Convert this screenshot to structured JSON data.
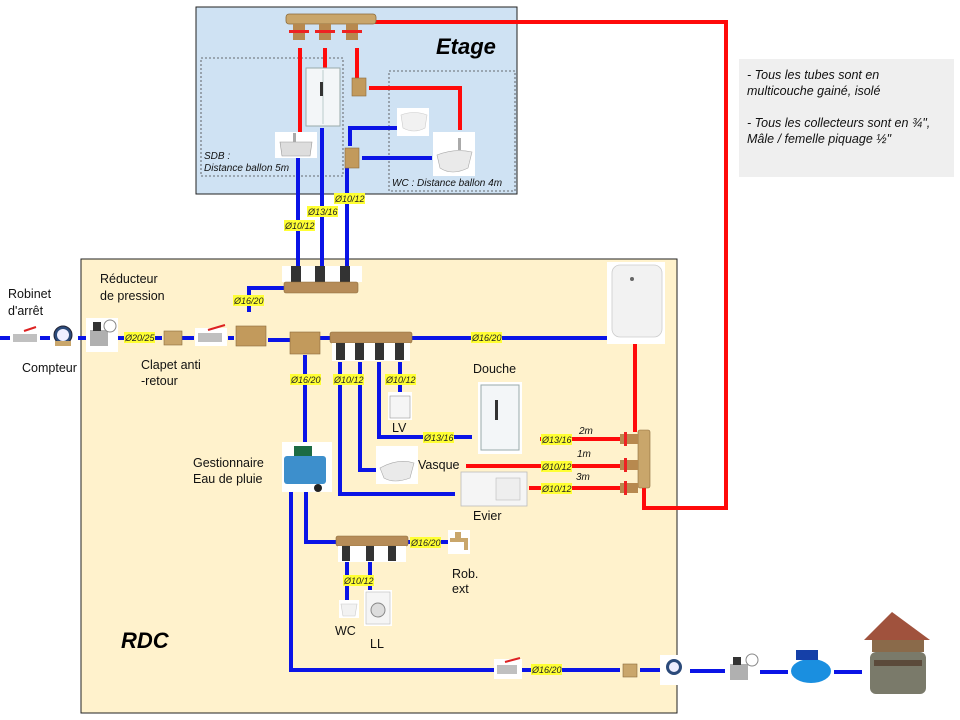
{
  "floors": {
    "upper": {
      "label": "Etage",
      "bg": "#cfe2f3"
    },
    "ground": {
      "label": "RDC",
      "bg": "#fff2cc"
    }
  },
  "zones": {
    "sdb": {
      "line1": "SDB :",
      "line2": "Distance ballon 5m"
    },
    "wc_upper": {
      "label": "WC : Distance ballon 4m"
    }
  },
  "notes": [
    "- Tous les tubes sont en multicouche gainé, isolé",
    "- Tous les collecteurs sont en ¾\", Mâle / femelle piquage ½\""
  ],
  "labels": {
    "robinet_arret": [
      "Robinet",
      "d'arrêt"
    ],
    "compteur": "Compteur",
    "reducteur": [
      "Réducteur",
      "de pression"
    ],
    "clapet": [
      "Clapet anti",
      "-retour"
    ],
    "douche": "Douche",
    "lv": "LV",
    "vasque": "Vasque",
    "evier": "Evier",
    "gestionnaire": [
      "Gestionnaire",
      "Eau de pluie"
    ],
    "rob_ext": [
      "Rob.",
      "ext"
    ],
    "wc": "WC",
    "ll": "LL"
  },
  "pipe_tags": {
    "upper_sdb_cold": "Ø10/12",
    "upper_shower_cold": "Ø13/16",
    "upper_wc_cold": "Ø10/12",
    "riser_to_upper": "Ø16/20",
    "main_inlet": "Ø20/25",
    "to_boiler": "Ø16/20",
    "to_rain_manager": "Ø16/20",
    "manifold_out_1": "Ø10/12",
    "manifold_out_2": "Ø10/12",
    "to_douche_cold": "Ø13/16",
    "to_douche_hot": "Ø13/16",
    "to_vasque_hot": "Ø10/12",
    "to_evier_hot": "Ø10/12",
    "to_rob_ext": "Ø16/20",
    "wc_ll": "Ø10/12",
    "from_well": "Ø16/20"
  },
  "hot_lengths": {
    "douche": "2m",
    "vasque": "1m",
    "evier": "3m"
  },
  "colors": {
    "cold": "#0a14e6",
    "hot": "#ff0a0a",
    "tag": "#ffff33",
    "note_bg": "#efefef"
  }
}
